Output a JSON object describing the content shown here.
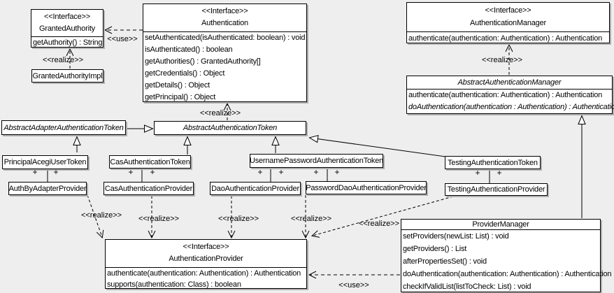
{
  "diagram": {
    "background_color": "#eeeeee",
    "box_fill_color": "#ffffff",
    "line_color": "#000000",
    "shadow_color": "#b0b0b0",
    "edges": {
      "use_label": "<<use>>",
      "realize_label": "<<realize>>",
      "plus_label": "+"
    },
    "classes": {
      "granted_authority": {
        "stereotype": "<<Interface>>",
        "name": "GrantedAuthority",
        "methods": [
          "getAuthority() : String"
        ]
      },
      "granted_authority_impl": {
        "name": "GrantedAuthorityImpl"
      },
      "authentication": {
        "stereotype": "<<Interface>>",
        "name": "Authentication",
        "methods": [
          "setAuthenticated(isAuthenticated: boolean) : void",
          "isAuthenticated() : boolean",
          "getAuthorities() : GrantedAuthority[]",
          "getCredentials() : Object",
          "getDetails() : Object",
          "getPrincipal() : Object"
        ]
      },
      "authentication_manager": {
        "stereotype": "<<Interface>>",
        "name": "AuthenticationManager",
        "methods": [
          "authenticate(authentication: Authentication) : Authentication"
        ]
      },
      "abstract_authentication_manager": {
        "name": "AbstractAuthenticationManager",
        "methods": [
          "authenticate(authentication: Authentication) : Authentication",
          "doAuthentication(authentication : Authentication) : Authentication"
        ]
      },
      "abstract_adapter_authentication_token": {
        "name": "AbstractAdapterAuthenticationToken"
      },
      "abstract_authentication_token": {
        "name": "AbstractAuthenticationToken"
      },
      "principal_acegi_user_token": {
        "name": "PrincipalAcegiUserToken"
      },
      "cas_authentication_token": {
        "name": "CasAuthenticationToken"
      },
      "username_password_authentication_token": {
        "name": "UsernamePasswordAuthenticationToken"
      },
      "testing_authentication_token": {
        "name": "TestingAuthenticationToken"
      },
      "auth_by_adapter_provider": {
        "name": "AuthByAdapterProvider"
      },
      "cas_authentication_provider": {
        "name": "CasAuthenticationProvider"
      },
      "dao_authentication_provider": {
        "name": "DaoAuthenticationProvider"
      },
      "password_dao_authentication_provider": {
        "name": "PasswordDaoAuthenticationProvider"
      },
      "testing_authentication_provider": {
        "name": "TestingAuthenticationProvider"
      },
      "authentication_provider": {
        "stereotype": "<<Interface>>",
        "name": "AuthenticationProvider",
        "methods": [
          "authenticate(authentication: Authentication) : Authentication",
          "supports(authentication: Class) : boolean"
        ]
      },
      "provider_manager": {
        "name": "ProviderManager",
        "methods": [
          "setProviders(newList: List) : void",
          "getProviders() : List",
          "afterPropertiesSet() : void",
          "doAuthentication(authentication: Authentication) : Authentication",
          "checkIfValidList(listToCheck: List) : void"
        ]
      }
    }
  }
}
